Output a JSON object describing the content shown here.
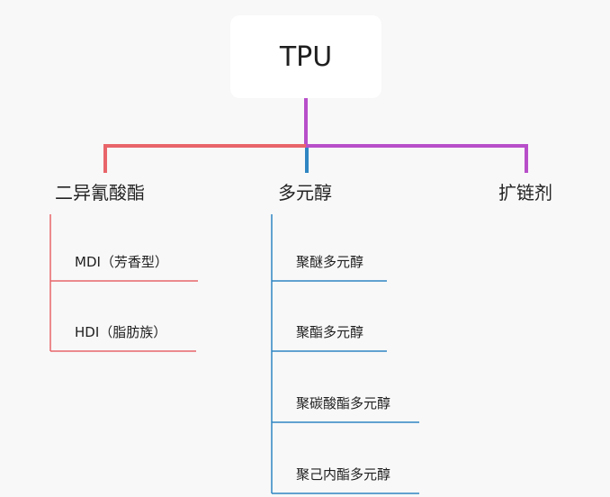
{
  "root": {
    "label": "TPU"
  },
  "branches": [
    {
      "label": "二异氰酸酯",
      "color": "#e8656a",
      "children": [
        "MDI（芳香型）",
        "HDI（脂肪族）"
      ]
    },
    {
      "label": "多元醇",
      "color": "#2f86c2",
      "children": [
        "聚醚多元醇",
        "聚酯多元醇",
        "聚碳酸酯多元醇",
        "聚己内酯多元醇"
      ]
    },
    {
      "label": "扩链剂",
      "color": "#b84fc9",
      "children": []
    }
  ]
}
